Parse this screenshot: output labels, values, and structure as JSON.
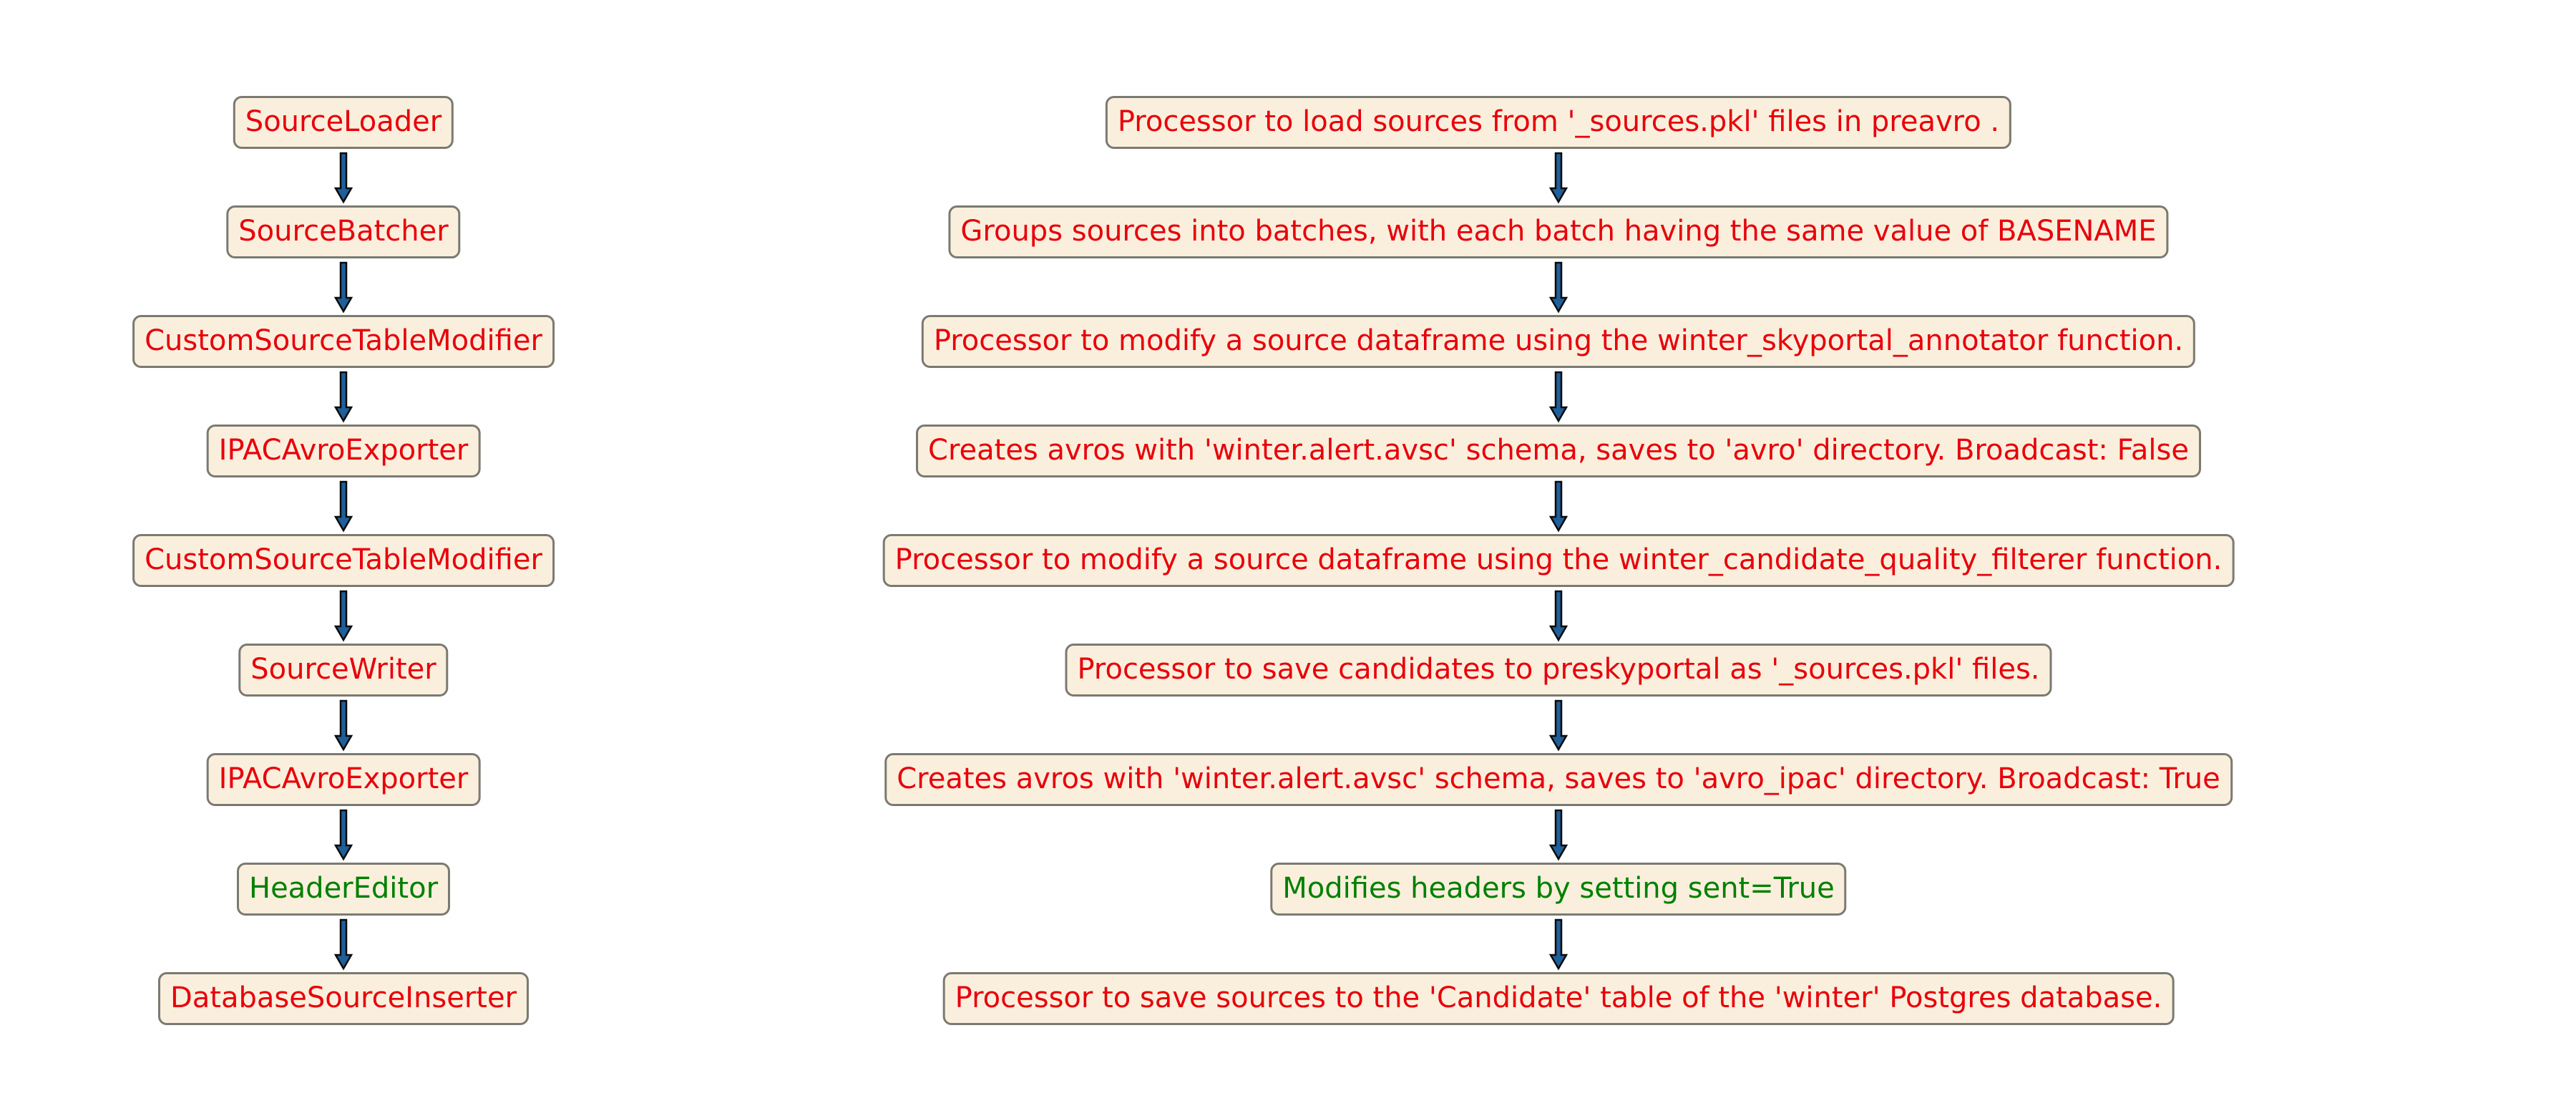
{
  "colors": {
    "box_fill": "#faefdc",
    "box_border": "#7a7a72",
    "arrow_fill": "#1f5f9a",
    "arrow_stroke": "#0a0a0a",
    "text_red": "#e8000b",
    "text_green": "#008000"
  },
  "steps": [
    {
      "name": "SourceLoader",
      "description": "Processor to load sources from '_sources.pkl' files in preavro .",
      "color": "#e8000b"
    },
    {
      "name": "SourceBatcher",
      "description": "Groups sources into batches, with each batch having the same value of BASENAME",
      "color": "#e8000b"
    },
    {
      "name": "CustomSourceTableModifier",
      "description": "Processor to modify a source dataframe using the winter_skyportal_annotator function.",
      "color": "#e8000b"
    },
    {
      "name": "IPACAvroExporter",
      "description": "Creates avros with 'winter.alert.avsc' schema,  saves to 'avro' directory. Broadcast: False",
      "color": "#e8000b"
    },
    {
      "name": "CustomSourceTableModifier",
      "description": "Processor to modify a source dataframe using the winter_candidate_quality_filterer function.",
      "color": "#e8000b"
    },
    {
      "name": "SourceWriter",
      "description": "Processor to save candidates to preskyportal as '_sources.pkl' files.",
      "color": "#e8000b"
    },
    {
      "name": "IPACAvroExporter",
      "description": "Creates avros with 'winter.alert.avsc' schema,  saves to 'avro_ipac' directory. Broadcast: True",
      "color": "#e8000b"
    },
    {
      "name": "HeaderEditor",
      "description": "Modifies headers by setting sent=True",
      "color": "#008000"
    },
    {
      "name": "DatabaseSourceInserter",
      "description": "Processor to save sources to the 'Candidate' table of the 'winter' Postgres database.",
      "color": "#e8000b"
    }
  ]
}
